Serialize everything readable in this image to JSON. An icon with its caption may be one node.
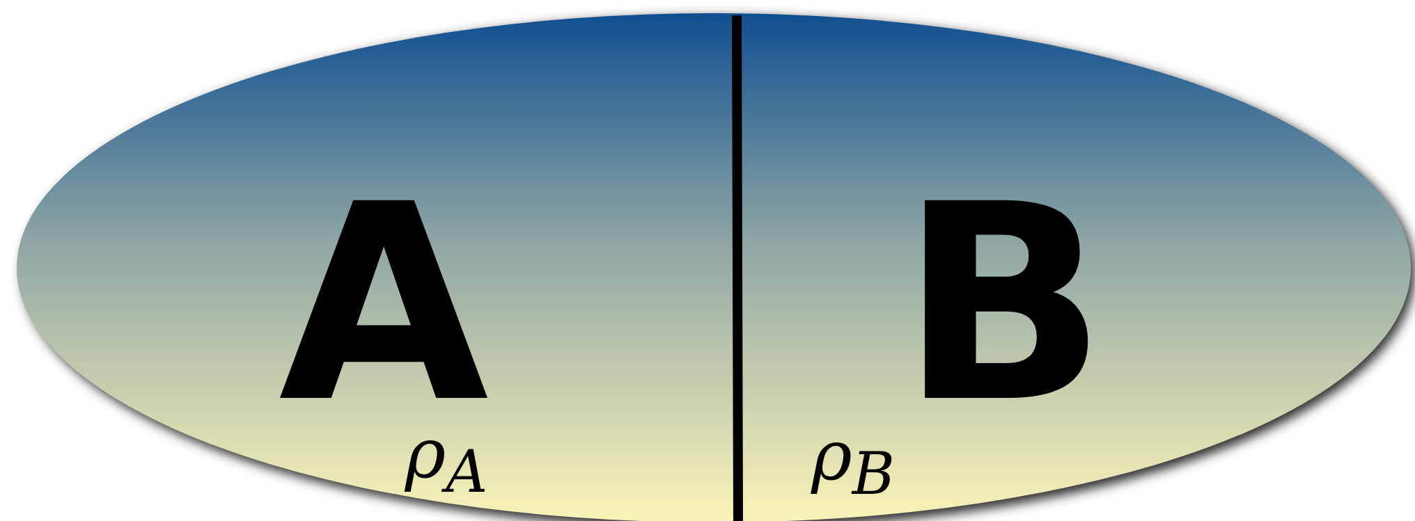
{
  "diagram": {
    "nodes": [
      {
        "text": [
          "A",
          "ρ$_{A}$"
        ]
      },
      {
        "text": [
          "B",
          "ρ$_{B}$"
        ]
      }
    ]
  }
}
